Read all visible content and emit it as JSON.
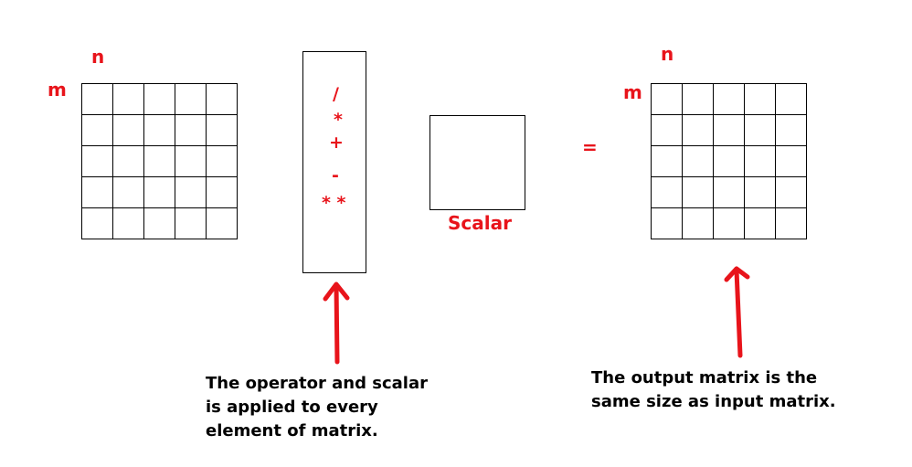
{
  "input_matrix": {
    "col_label": "n",
    "row_label": "m",
    "rows": 5,
    "cols": 5
  },
  "operators": [
    "/",
    "*",
    "+",
    "-",
    "* *"
  ],
  "scalar_label": "Scalar",
  "equals": "=",
  "output_matrix": {
    "col_label": "n",
    "row_label": "m",
    "rows": 5,
    "cols": 5
  },
  "notes": {
    "operator": [
      "The operator and scalar",
      "is applied to every",
      "element of matrix."
    ],
    "output": [
      "The output matrix is the",
      "same size as input matrix."
    ]
  },
  "colors": {
    "accent": "#e8141b",
    "line": "#000000",
    "background": "#ffffff"
  }
}
